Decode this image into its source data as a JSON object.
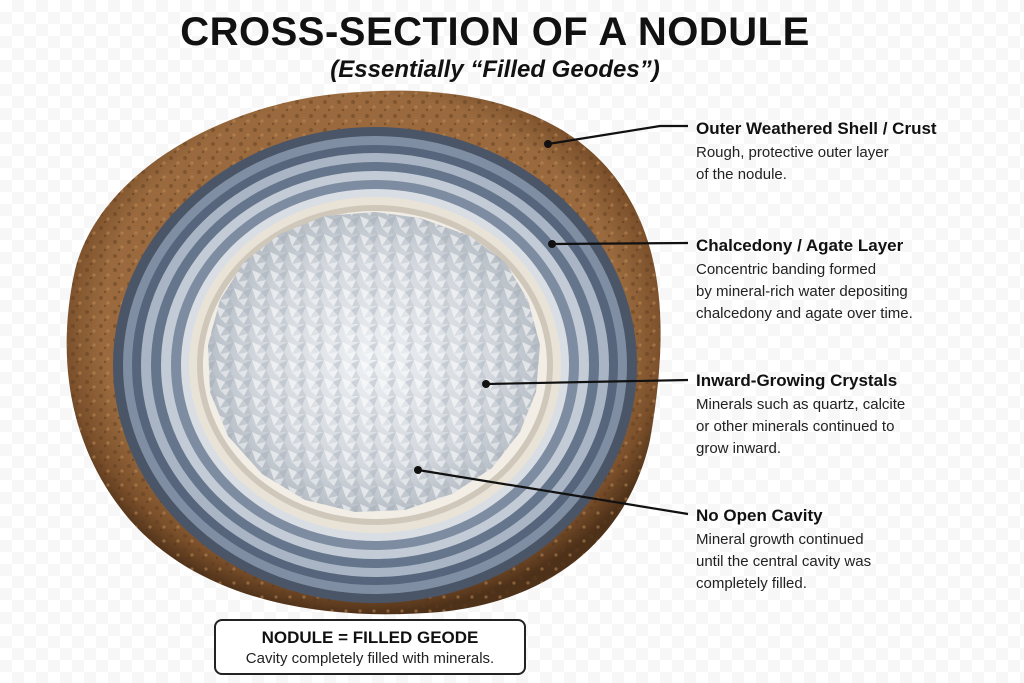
{
  "title": "CROSS-SECTION OF A NODULE",
  "subtitle": "(Essentially “Filled Geodes”)",
  "labels": [
    {
      "heading": "Outer Weathered Shell / Crust",
      "lines": [
        "Rough, protective outer layer",
        "of the nodule."
      ]
    },
    {
      "heading": "Chalcedony / Agate Layer",
      "lines": [
        "Concentric banding formed",
        "by mineral-rich water depositing",
        "chalcedony and agate over time."
      ]
    },
    {
      "heading": "Inward-Growing Crystals",
      "lines": [
        "Minerals such as quartz, calcite",
        "or other minerals continued to",
        "grow inward."
      ]
    },
    {
      "heading": "No Open Cavity",
      "lines": [
        "Mineral growth continued",
        "until the central cavity was",
        "completely filled."
      ]
    }
  ],
  "footer": {
    "heading": "NODULE = FILLED GEODE",
    "text": "Cavity completely filled with minerals."
  },
  "colors": {
    "crust": "#8a5c34",
    "crust_dark": "#5e3c1e",
    "agate_blue": "#5e6e86",
    "agate_light": "#c9d0da",
    "agate_cream": "#e8e2d6",
    "crystal": "#d8dde2",
    "leader_line": "#111111"
  }
}
